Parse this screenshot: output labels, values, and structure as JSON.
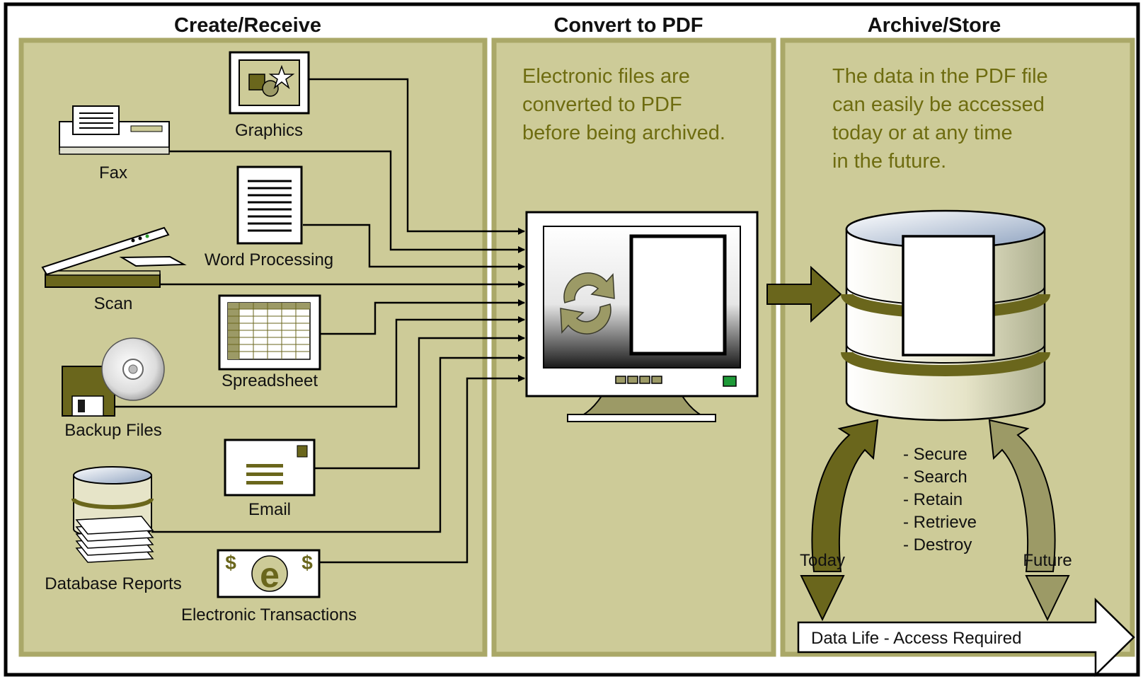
{
  "headers": {
    "create": "Create/Receive",
    "convert": "Convert to PDF",
    "archive": "Archive/Store"
  },
  "sources": {
    "graphics": "Graphics",
    "fax": "Fax",
    "word": "Word Processing",
    "scan": "Scan",
    "spreadsheet": "Spreadsheet",
    "backup": "Backup Files",
    "email": "Email",
    "database": "Database Reports",
    "transactions": "Electronic Transactions"
  },
  "convert_text": {
    "line1": "Electronic files are",
    "line2": "converted to PDF",
    "line3": "before being archived."
  },
  "archive_text": {
    "line1": "The data in the PDF file",
    "line2": "can easily be accessed",
    "line3": "today or at any time",
    "line4": "in the future."
  },
  "features": {
    "f1": "- Secure",
    "f2": "- Search",
    "f3": "- Retain",
    "f4": "- Retrieve",
    "f5": "- Destroy"
  },
  "timeline": {
    "today": "Today",
    "future": "Future",
    "bar": "Data Life - Access Required"
  },
  "colors": {
    "panel_fill": "#cdcb98",
    "panel_border": "#aaa868",
    "olive_dark": "#6a661c",
    "olive_light": "#9c9a66",
    "text_olive": "#6e6c10"
  }
}
